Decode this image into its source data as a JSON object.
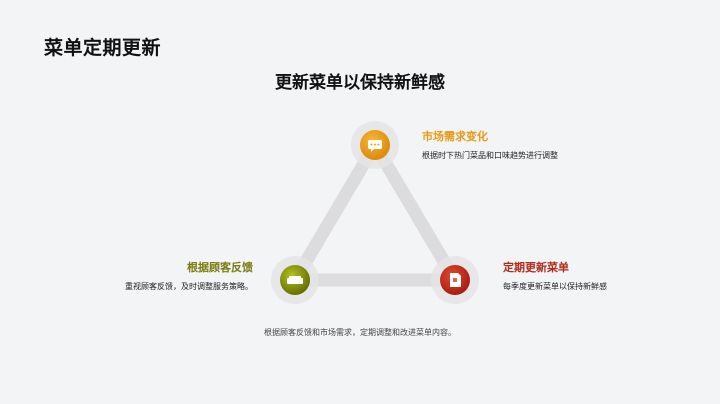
{
  "header": {
    "title": "菜单定期更新",
    "subtitle": "更新菜单以保持新鲜感"
  },
  "diagram": {
    "type": "cycle-triangle",
    "nodes": [
      {
        "id": "top",
        "title": "市场需求变化",
        "description": "根据时下热门菜品和口味趋势进行调整",
        "icon": "chat-bubble-icon",
        "color": "#e8a01a"
      },
      {
        "id": "left",
        "title": "根据顾客反馈",
        "description": "重视顾客反馈，及时调整服务策略。",
        "icon": "sofa-icon",
        "color": "#8a9a08"
      },
      {
        "id": "right",
        "title": "定期更新菜单",
        "description": "每季度更新菜单以保持新鲜感",
        "icon": "document-icon",
        "color": "#c0281a"
      }
    ],
    "edge_color": "#dcdcde"
  },
  "footer": {
    "text": "根据顾客反馈和市场需求，定期调整和改进菜单内容。"
  }
}
